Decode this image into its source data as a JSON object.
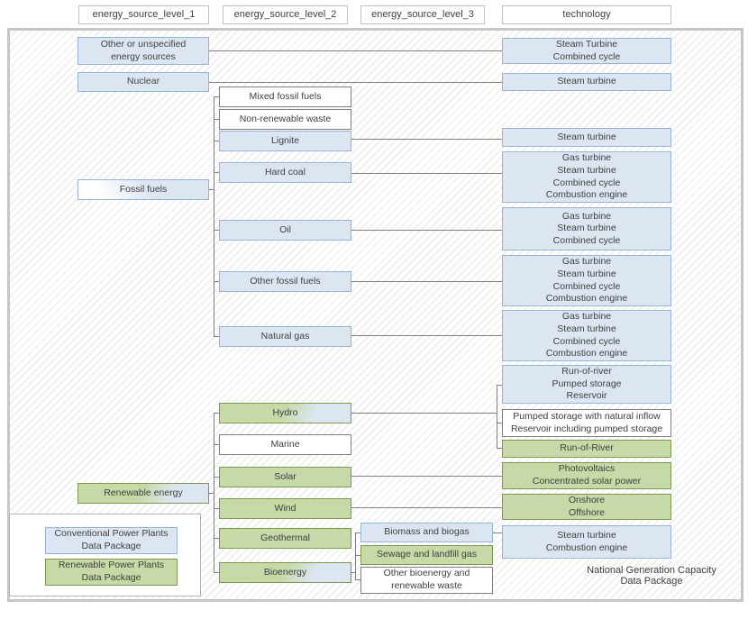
{
  "header": {
    "col1": "energy_source_level_1",
    "col2": "energy_source_level_2",
    "col3": "energy_source_level_3",
    "col4": "technology"
  },
  "level1": {
    "other": "Other or unspecified\nenergy sources",
    "nuclear": "Nuclear",
    "fossil": "Fossil fuels",
    "renewable": "Renewable energy"
  },
  "level2": {
    "mixed_fossil": "Mixed fossil fuels",
    "nonrenewable_waste": "Non-renewable waste",
    "lignite": "Lignite",
    "hard_coal": "Hard coal",
    "oil": "Oil",
    "other_fossil": "Other fossil fuels",
    "natural_gas": "Natural gas",
    "hydro": "Hydro",
    "marine": "Marine",
    "solar": "Solar",
    "wind": "Wind",
    "geothermal": "Geothermal",
    "bioenergy": "Bioenergy"
  },
  "level3": {
    "biomass": "Biomass and biogas",
    "sewage": "Sewage and landfill gas",
    "other_bioenergy": "Other bioenergy and\nrenewable waste"
  },
  "technology": {
    "other": "Steam Turbine\nCombined cycle",
    "nuclear": "Steam turbine",
    "lignite": "Steam turbine",
    "hard_coal": "Gas turbine\nSteam turbine\nCombined cycle\nCombustion engine",
    "oil": "Gas turbine\nSteam turbine\nCombined cycle",
    "other_fossil": "Gas turbine\nSteam turbine\nCombined cycle\nCombustion engine",
    "natural_gas": "Gas turbine\nSteam turbine\nCombined cycle\nCombustion engine",
    "hydro_main": "Run-of-river\nPumped storage\nReservoir",
    "hydro_alt": "Pumped storage with natural inflow\nReservoir including pumped storage",
    "hydro_ror": "Run-of-River",
    "solar": "Photovoltaics\nConcentrated solar power",
    "wind": "Onshore\nOffshore",
    "biomass": "Steam turbine\nCombustion engine"
  },
  "legend": {
    "conventional": "Conventional Power Plants\nData Package",
    "renewable": "Renewable Power Plants\nData Package"
  },
  "caption": "National Generation Capacity\nData Package",
  "colors": {
    "conventional_fill": "#dce6f2",
    "conventional_border": "#95b3d7",
    "renewable_fill": "#c6d9a6",
    "renewable_border": "#7a9a4e",
    "neutral_border": "#7f7f7f",
    "connector": "#7f7f7f",
    "hatch": "#f1f1f1",
    "frame_border": "#c6c6c6"
  }
}
